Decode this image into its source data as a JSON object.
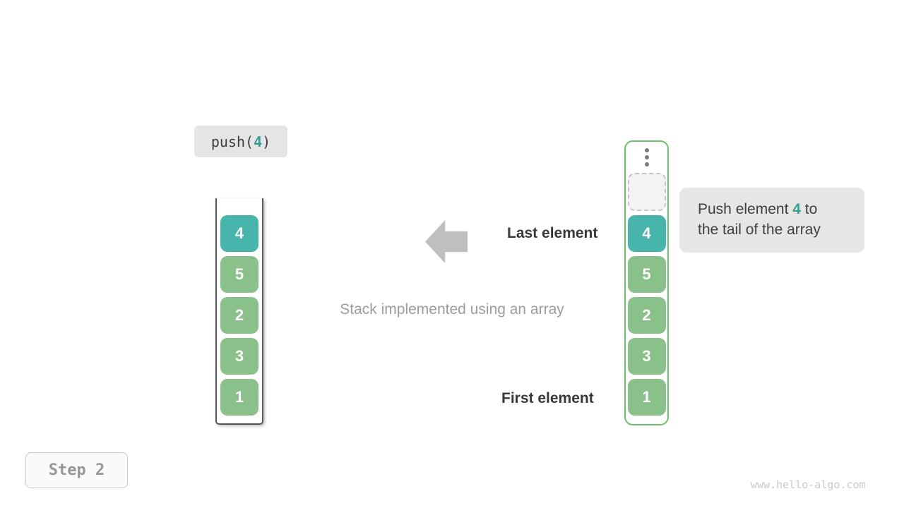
{
  "colors": {
    "teal": "#48b5ac",
    "green": "#8ac08a",
    "container_border_green": "#6cbf6c",
    "accent_text_teal": "#399f93",
    "arrow_gray": "#bfbfbf"
  },
  "operation": {
    "prefix": "push(",
    "value": "4",
    "suffix": ")"
  },
  "left_stack": {
    "cells": [
      "4",
      "5",
      "2",
      "3",
      "1"
    ]
  },
  "right_stack": {
    "cells": [
      "4",
      "5",
      "2",
      "3",
      "1"
    ]
  },
  "labels": {
    "last_element": "Last element",
    "first_element": "First element",
    "caption": "Stack implemented using an array"
  },
  "tooltip": {
    "line1_before": "Push element ",
    "value": "4",
    "line1_after": " to",
    "line2": "the tail of the array"
  },
  "step": {
    "label": "Step 2"
  },
  "watermark": "www.hello-algo.com"
}
